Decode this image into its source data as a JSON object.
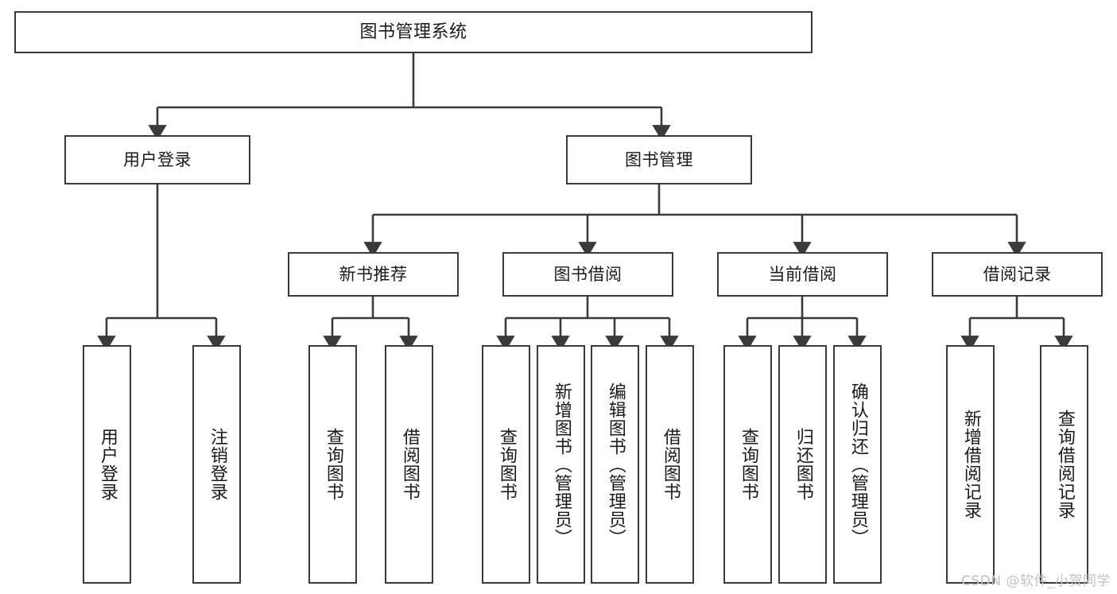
{
  "diagram": {
    "title": "图书管理系统",
    "type": "hierarchy-tree",
    "colors": {
      "node_border": "#3a3a3a",
      "node_fill": "#ffffff",
      "edge": "#3a3a3a",
      "text": "#1a1a1a",
      "watermark": "#c2c2c2"
    },
    "levels": {
      "root": {
        "label": "图书管理系统"
      },
      "level2": [
        {
          "label": "用户登录"
        },
        {
          "label": "图书管理"
        }
      ],
      "level3": [
        {
          "label": "新书推荐"
        },
        {
          "label": "图书借阅"
        },
        {
          "label": "当前借阅"
        },
        {
          "label": "借阅记录"
        }
      ],
      "leaves": {
        "user_login": [
          {
            "label": "用户登录"
          },
          {
            "label": "注销登录"
          }
        ],
        "new_book_recommend": [
          {
            "label": "查询图书"
          },
          {
            "label": "借阅图书"
          }
        ],
        "book_borrow": [
          {
            "label": "查询图书"
          },
          {
            "label": "新增图书（管理员）"
          },
          {
            "label": "编辑图书（管理员）"
          },
          {
            "label": "借阅图书"
          }
        ],
        "current_borrow": [
          {
            "label": "查询图书"
          },
          {
            "label": "归还图书"
          },
          {
            "label": "确认归还（管理员）"
          }
        ],
        "borrow_record": [
          {
            "label": "新增借阅记录"
          },
          {
            "label": "查询借阅记录"
          }
        ]
      }
    }
  },
  "watermark": {
    "text": "CSDN @软件_小贺同学"
  }
}
